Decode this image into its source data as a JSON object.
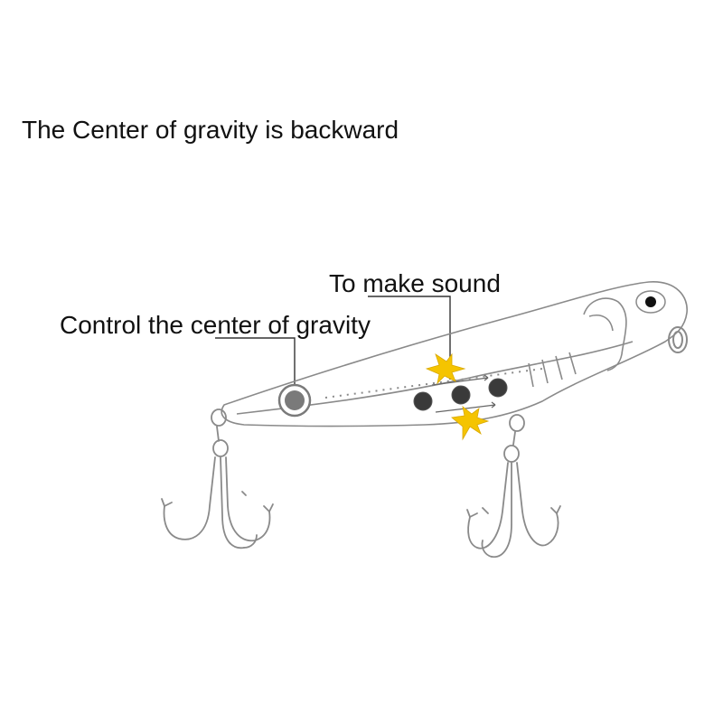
{
  "title": "The Center of gravity is backward",
  "labels": {
    "sound": "To make sound",
    "gravity": "Control the center of gravity"
  },
  "colors": {
    "outline": "#8a8a8a",
    "ball": "#3a3a3a",
    "weight": "#7a7a7a",
    "spark": "#f5c400"
  }
}
